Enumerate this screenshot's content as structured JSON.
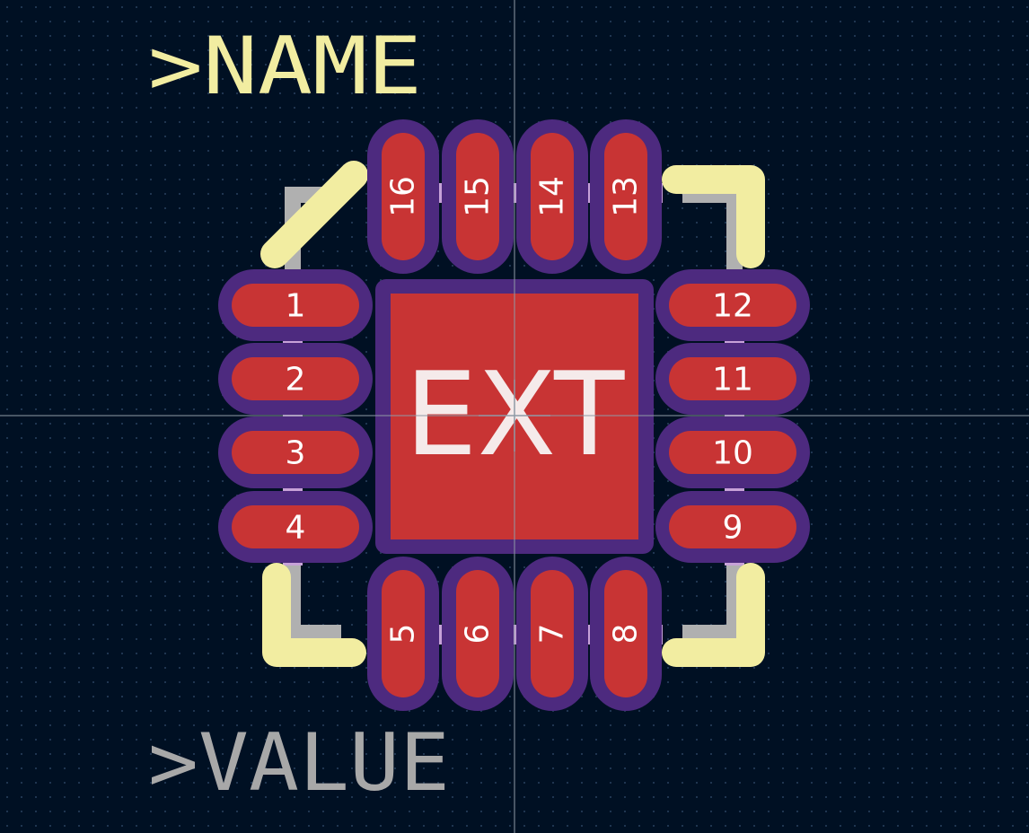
{
  "labels": {
    "name": ">NAME",
    "value": ">VALUE",
    "exposed_pad": "EXT"
  },
  "pads": {
    "left": [
      "1",
      "2",
      "3",
      "4"
    ],
    "bottom": [
      "5",
      "6",
      "7",
      "8"
    ],
    "right": [
      "9",
      "10",
      "11",
      "12"
    ],
    "top": [
      "13",
      "14",
      "15",
      "16"
    ]
  },
  "colors": {
    "background": "#001023",
    "grid_dot": "#1f3550",
    "crosshair": "#8f9aa6",
    "copper": "#c83434",
    "solder_mask": "#4d2a7f",
    "silkscreen": "#f2eda1",
    "fab_outline": "#b0b0b0",
    "courtyard": "#c7a2d8",
    "value_text": "#a8a8a8",
    "pad_text": "#ffffff"
  }
}
